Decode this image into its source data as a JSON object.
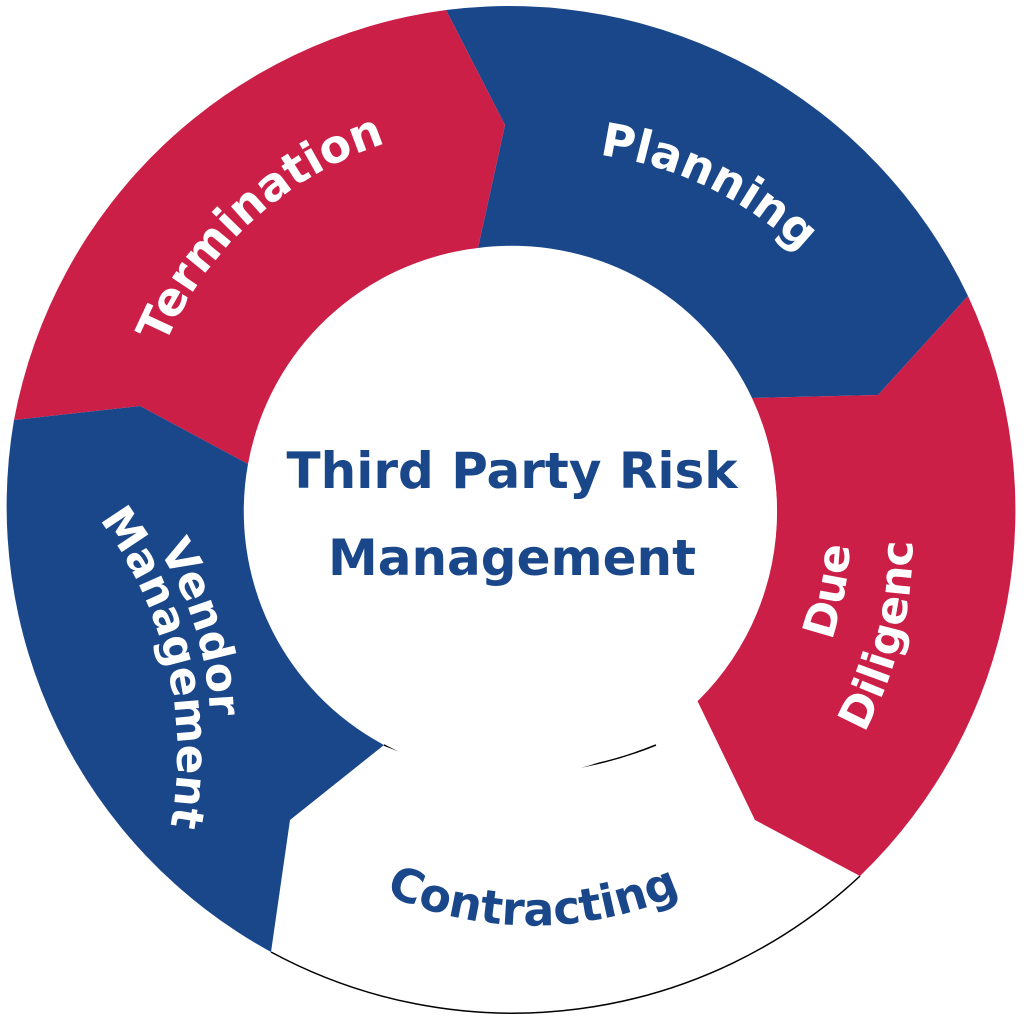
{
  "center": {
    "line1": "Third Party Risk",
    "line2": "Management"
  },
  "segments": [
    {
      "id": "planning",
      "label_lines": [
        "Planning"
      ]
    },
    {
      "id": "due-diligence",
      "label_lines": [
        "Due",
        "Diligence"
      ]
    },
    {
      "id": "contracting",
      "label_lines": [
        "Contracting"
      ]
    },
    {
      "id": "vendor-management",
      "label_lines": [
        "Vendor",
        "Management"
      ]
    },
    {
      "id": "termination",
      "label_lines": [
        "Termination"
      ]
    }
  ],
  "colors": {
    "blue": "#1a4789",
    "red": "#cb1f47",
    "white": "#ffffff",
    "outline": "#000000"
  }
}
